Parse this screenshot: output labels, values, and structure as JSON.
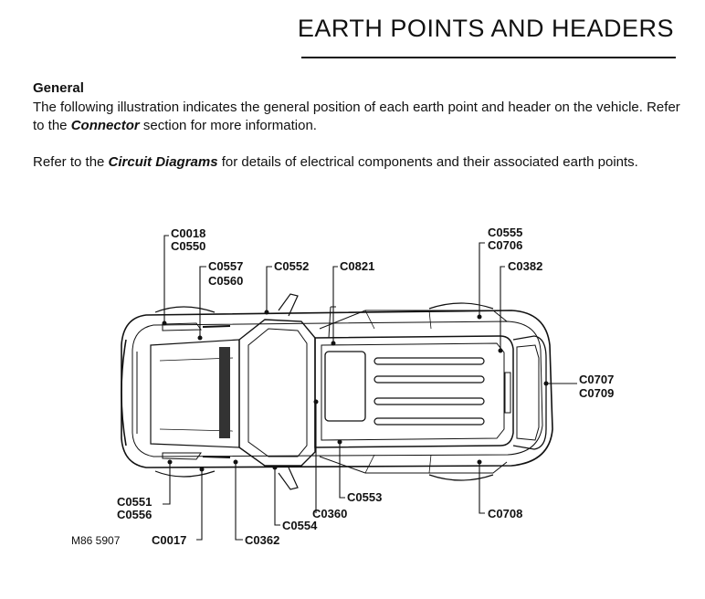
{
  "header": {
    "title": "EARTH POINTS AND HEADERS"
  },
  "general": {
    "heading": "General",
    "para1_prefix": "The following illustration indicates the general position of each earth point and header on the vehicle. Refer to the ",
    "para1_link": "Connector",
    "para1_suffix": " section for more information.",
    "para2_prefix": "Refer to the ",
    "para2_link": "Circuit Diagrams",
    "para2_suffix": " for details of electrical components and their associated earth points."
  },
  "diagram": {
    "figure_ref": "M86 5907",
    "labels": {
      "c0018": "C0018",
      "c0550": "C0550",
      "c0557": "C0557",
      "c0560": "C0560",
      "c0552": "C0552",
      "c0821": "C0821",
      "c0555": "C0555",
      "c0706": "C0706",
      "c0382": "C0382",
      "c0707": "C0707",
      "c0709": "C0709",
      "c0551": "C0551",
      "c0556": "C0556",
      "c0017": "C0017",
      "c0362": "C0362",
      "c0554": "C0554",
      "c0360": "C0360",
      "c0553": "C0553",
      "c0708": "C0708"
    }
  }
}
